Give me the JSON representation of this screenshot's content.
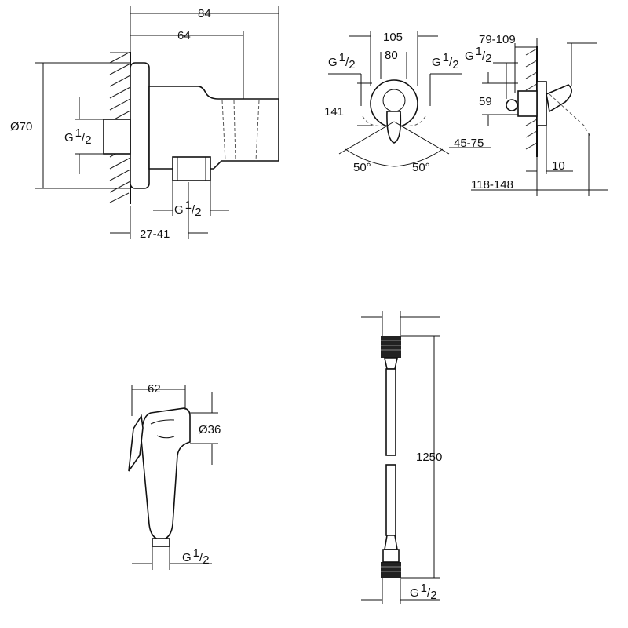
{
  "drawings": {
    "wall_outlet_side": {
      "dim_overall_depth": "84",
      "dim_body_depth": "64",
      "dim_diameter": "Ø70",
      "thread_inlet": {
        "base": "G",
        "sup": "1",
        "sub": "2"
      },
      "thread_outlet": {
        "base": "G",
        "sup": "1",
        "sub": "2"
      },
      "dim_range": "27-41"
    },
    "mixer_front": {
      "dim_width_outer": "105",
      "dim_width_inner": "80",
      "thread_left": {
        "base": "G",
        "sup": "1",
        "sub": "2"
      },
      "thread_right": {
        "base": "G",
        "sup": "1",
        "sub": "2"
      },
      "dim_height": "141",
      "angle_left": "50°",
      "angle_right": "50°",
      "dim_range_depth": "45-75"
    },
    "mixer_side": {
      "dim_range_top": "79-109",
      "thread": {
        "base": "G",
        "sup": "1",
        "sub": "2"
      },
      "dim_height": "59",
      "dim_small": "10",
      "dim_range_bottom": "118-148"
    },
    "hand_shower": {
      "dim_length": "62",
      "dim_diameter": "Ø36",
      "thread": {
        "base": "G",
        "sup": "1",
        "sub": "2"
      }
    },
    "hose": {
      "dim_length": "1250",
      "thread_bottom": {
        "base": "G",
        "sup": "1",
        "sub": "2"
      }
    }
  }
}
